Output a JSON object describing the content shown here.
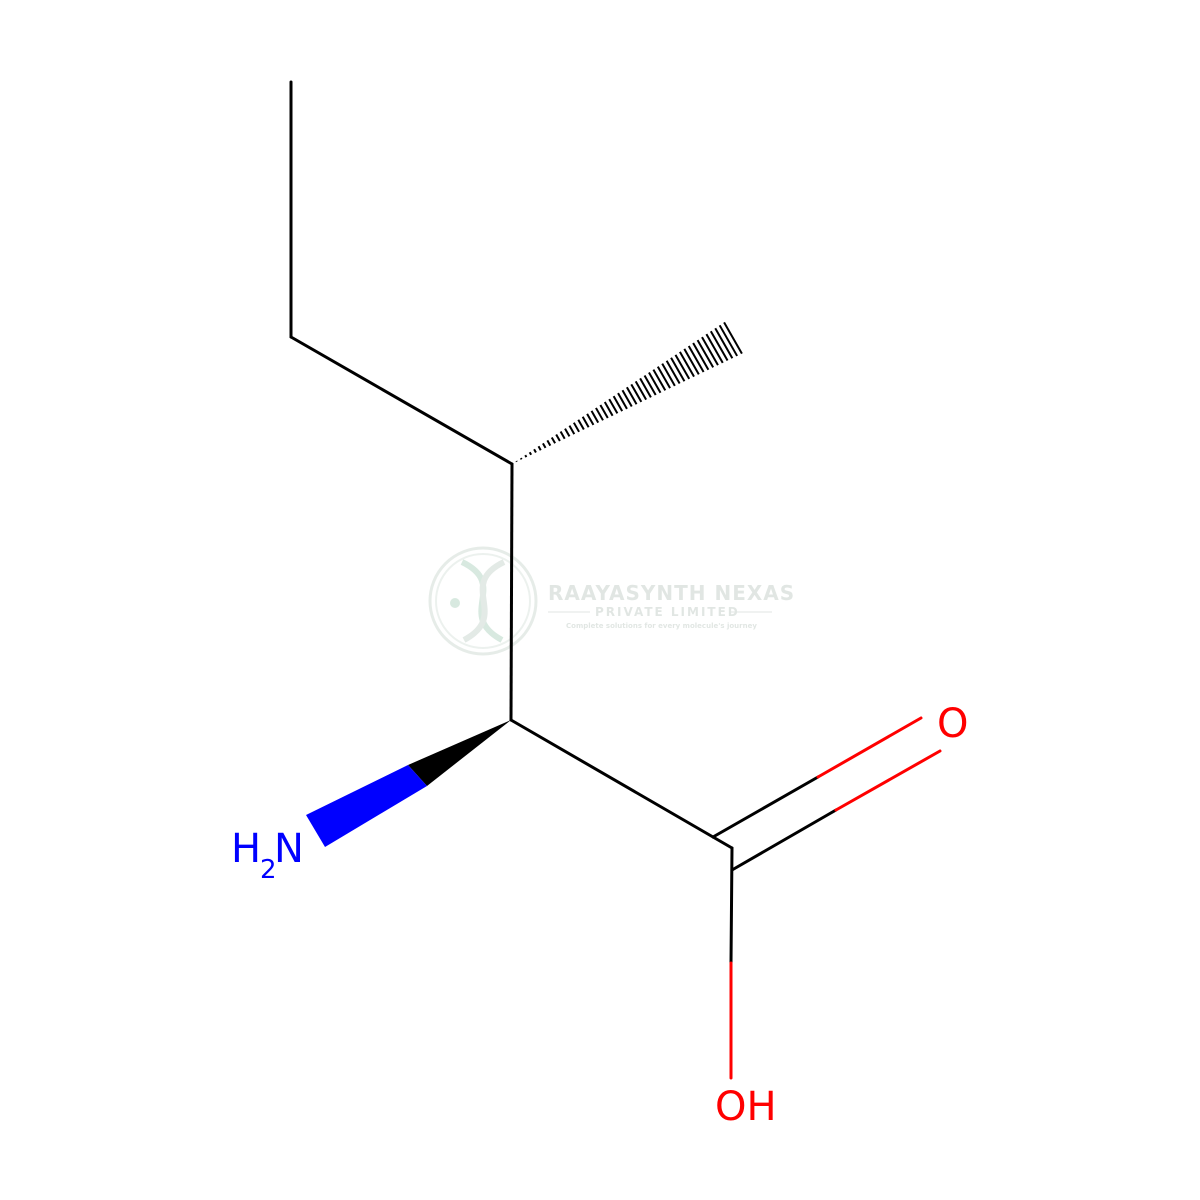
{
  "molecule": {
    "atoms": {
      "amine": {
        "element": "N",
        "hydrogens": "H",
        "h_count": "2",
        "color": "#0000ff"
      },
      "carbonyl_oxygen": {
        "label": "O",
        "color": "#ff0000"
      },
      "hydroxyl": {
        "label": "OH",
        "color": "#ff0000"
      }
    },
    "bond_color": "#000000"
  },
  "watermark": {
    "company": "RAAYASYNTH NEXAS",
    "subtitle": "PRIVATE LIMITED",
    "tagline": "Complete solutions for every molecule's journey",
    "logo_icon": "dna-helix-icon",
    "color": "#2e8b57"
  }
}
